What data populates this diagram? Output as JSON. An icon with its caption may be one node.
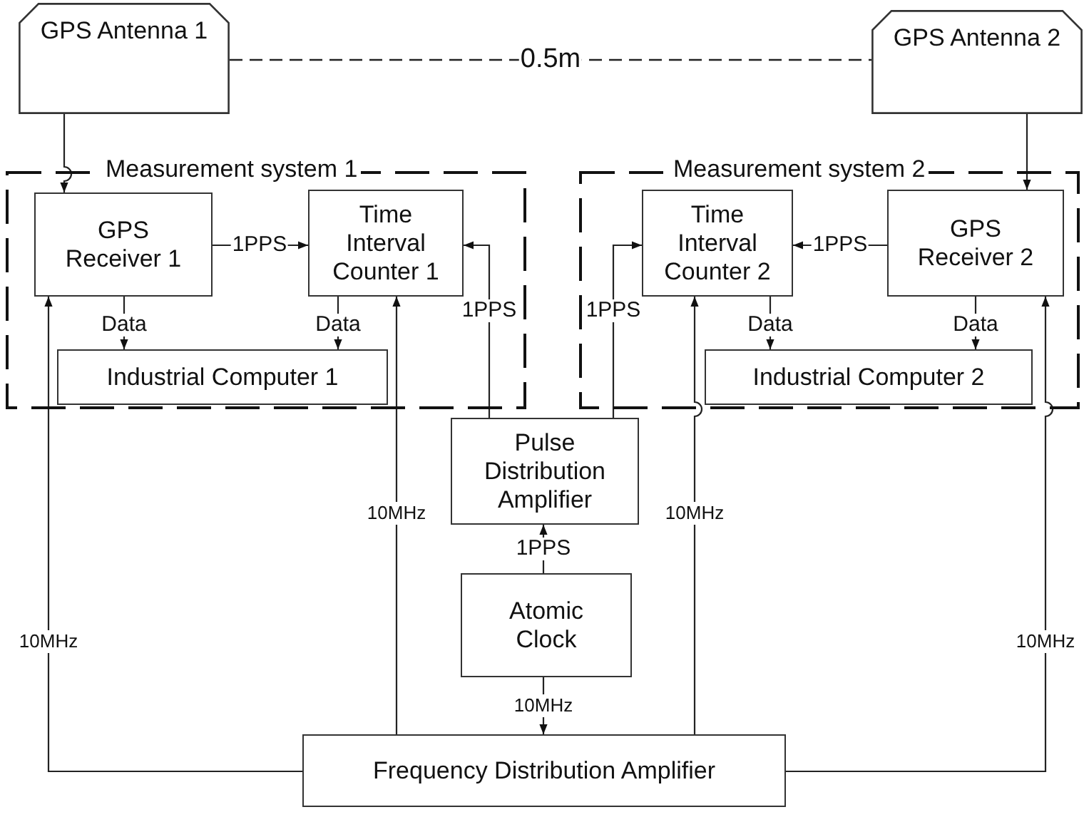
{
  "diagram": {
    "nodes": [
      {
        "text": [
          "GPS Antenna 1"
        ]
      },
      {
        "text": [
          "GPS Antenna 2"
        ]
      },
      {
        "text": [
          "Measurement system 1"
        ]
      },
      {
        "text": [
          "GPS Receiver 1"
        ],
        "in": 2
      },
      {
        "text": [
          "Time Interval Counter 1"
        ],
        "in": 2
      },
      {
        "text": [
          "Industrial Computer 1"
        ],
        "in": 2
      },
      {
        "text": [
          "Measurement system 2"
        ]
      },
      {
        "text": [
          "Time Interval Counter 2"
        ],
        "in": 6
      },
      {
        "text": [
          "GPS Receiver 2"
        ],
        "in": 6
      },
      {
        "text": [
          "Industrial Computer 2"
        ],
        "in": 6
      },
      {
        "text": [
          "Pulse Distribution Amplifier"
        ]
      },
      {
        "text": [
          "Atomic Clock"
        ]
      },
      {
        "text": [
          "Frequency Distribution Amplifier"
        ]
      }
    ],
    "edges": [
      {
        "from": 0,
        "to": 1,
        "arrow": "none",
        "label": "0.5m",
        "style": "dashed"
      },
      {
        "from": 0,
        "to": 3,
        "arrow": "to"
      },
      {
        "from": 3,
        "to": 4,
        "arrow": "to",
        "label": "1PPS"
      },
      {
        "from": 3,
        "to": 5,
        "arrow": "to",
        "label": "Data"
      },
      {
        "from": 4,
        "to": 5,
        "arrow": "to",
        "label": "Data"
      },
      {
        "from": 10,
        "to": 4,
        "arrow": "to",
        "label": "1PPS"
      },
      {
        "from": 10,
        "to": 7,
        "arrow": "to",
        "label": "1PPS"
      },
      {
        "from": 1,
        "to": 8,
        "arrow": "to"
      },
      {
        "from": 8,
        "to": 7,
        "arrow": "to",
        "label": "1PPS"
      },
      {
        "from": 7,
        "to": 9,
        "arrow": "to",
        "label": "Data"
      },
      {
        "from": 8,
        "to": 9,
        "arrow": "to",
        "label": "Data"
      },
      {
        "from": 11,
        "to": 10,
        "arrow": "to",
        "label": "1PPS"
      },
      {
        "from": 11,
        "to": 12,
        "arrow": "to",
        "label": "10MHz"
      },
      {
        "from": 12,
        "to": 3,
        "arrow": "to",
        "label": "10MHz"
      },
      {
        "from": 12,
        "to": 4,
        "arrow": "to",
        "label": "10MHz"
      },
      {
        "from": 12,
        "to": 7,
        "arrow": "to",
        "label": "10MHz"
      },
      {
        "from": 12,
        "to": 8,
        "arrow": "to",
        "label": "10MHz"
      }
    ]
  }
}
